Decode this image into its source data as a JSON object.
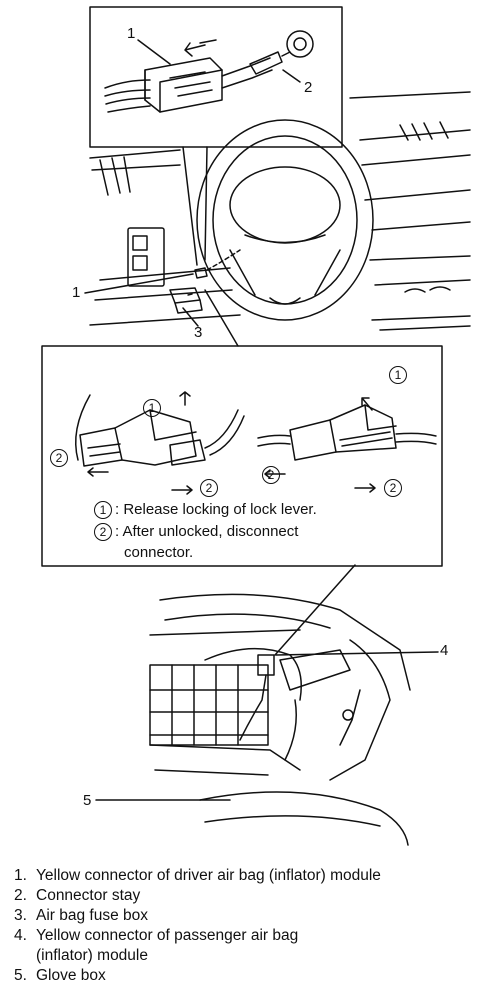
{
  "callouts": {
    "top_1": "1",
    "top_2": "2",
    "dash_1": "1",
    "dash_3": "3",
    "pass_4": "4",
    "glove_5": "5",
    "step_1a": "1",
    "step_1b": "1",
    "step_2a": "2",
    "step_2b": "2",
    "step_2c": "2",
    "step_2d": "2"
  },
  "instructions": [
    {
      "marker": "1",
      "text": ": Release locking of lock lever."
    },
    {
      "marker": "2",
      "text": ": After unlocked, disconnect"
    }
  ],
  "instruction_continued": "connector.",
  "legend": [
    {
      "num": "1.",
      "text": "Yellow connector of driver air bag (inflator) module"
    },
    {
      "num": "2.",
      "text": "Connector stay"
    },
    {
      "num": "3.",
      "text": "Air bag fuse box"
    },
    {
      "num": "4.",
      "text": "Yellow connector of passenger air bag"
    },
    {
      "num": "",
      "text": "(inflator) module"
    },
    {
      "num": "5.",
      "text": "Glove box"
    }
  ]
}
